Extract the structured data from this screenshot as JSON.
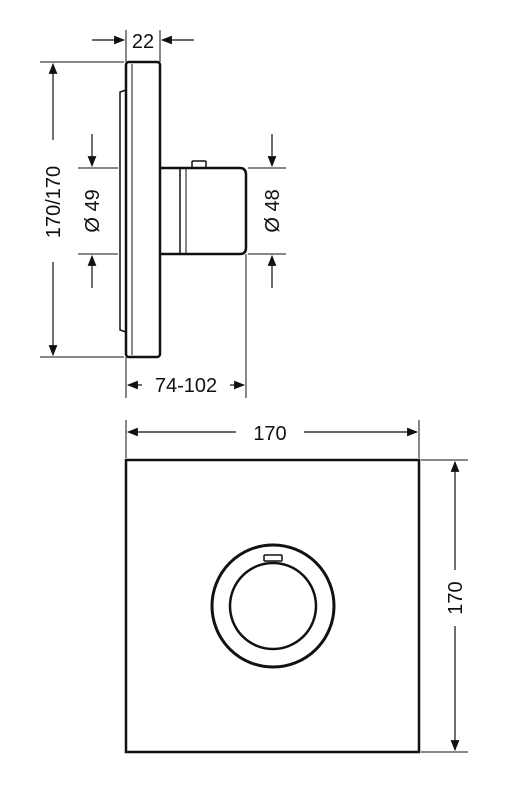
{
  "side_view": {
    "depth_label": "22",
    "plate_height_label": "170/170",
    "left_diameter_label": "Ø 49",
    "right_diameter_label": "Ø 48",
    "projection_label": "74-102"
  },
  "front_view": {
    "width_label": "170",
    "height_label": "170"
  },
  "colors": {
    "line": "#111111",
    "background": "#ffffff"
  }
}
